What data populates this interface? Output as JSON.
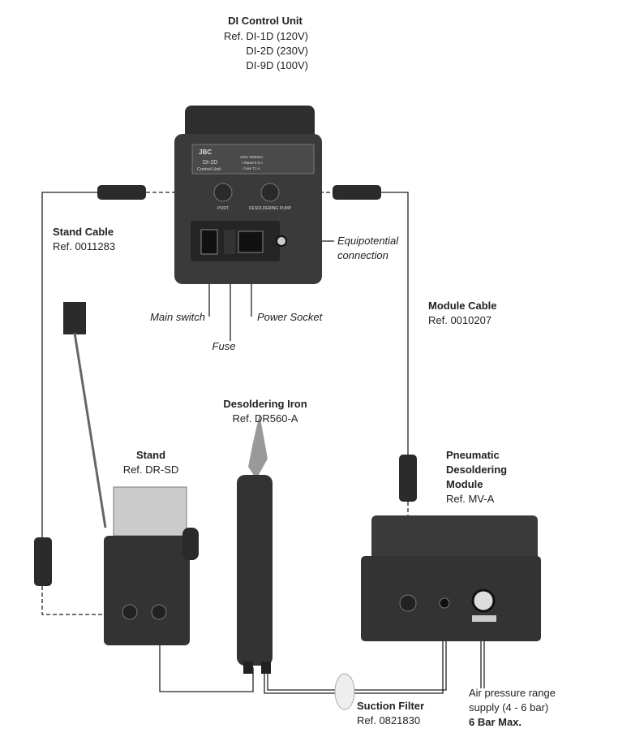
{
  "control_unit": {
    "title": "DI Control Unit",
    "refs": [
      "Ref. DI-1D (120V)",
      "DI-2D (230V)",
      "DI-9D (100V)"
    ],
    "plate": {
      "brand": "JBC",
      "model": "DI-2D",
      "subtitle": "Control Unit",
      "voltage": "230V 50/60Hz",
      "rated": "I Rated 0.8 A",
      "fuse": "Fuse T1 A"
    },
    "port_label": "PORT",
    "pump_label": "DESOLDERING PUMP",
    "callouts": {
      "main_switch": "Main switch",
      "fuse": "Fuse",
      "power_socket": "Power Socket",
      "equipotential": [
        "Equipotential",
        "connection"
      ]
    }
  },
  "stand_cable": {
    "title": "Stand Cable",
    "ref": "Ref. 0011283"
  },
  "module_cable": {
    "title": "Module Cable",
    "ref": "Ref. 0010207"
  },
  "iron": {
    "title": "Desoldering Iron",
    "ref": "Ref. DR560-A"
  },
  "stand": {
    "title": "Stand",
    "ref": "Ref. DR-SD"
  },
  "module": {
    "title": [
      "Pneumatic",
      "Desoldering",
      "Module"
    ],
    "ref": "Ref. MV-A"
  },
  "filter": {
    "title": "Suction Filter",
    "ref": "Ref.  0821830"
  },
  "air": {
    "lines": [
      "Air pressure range",
      "supply (4 - 6 bar)"
    ],
    "max": "6 Bar Max."
  }
}
